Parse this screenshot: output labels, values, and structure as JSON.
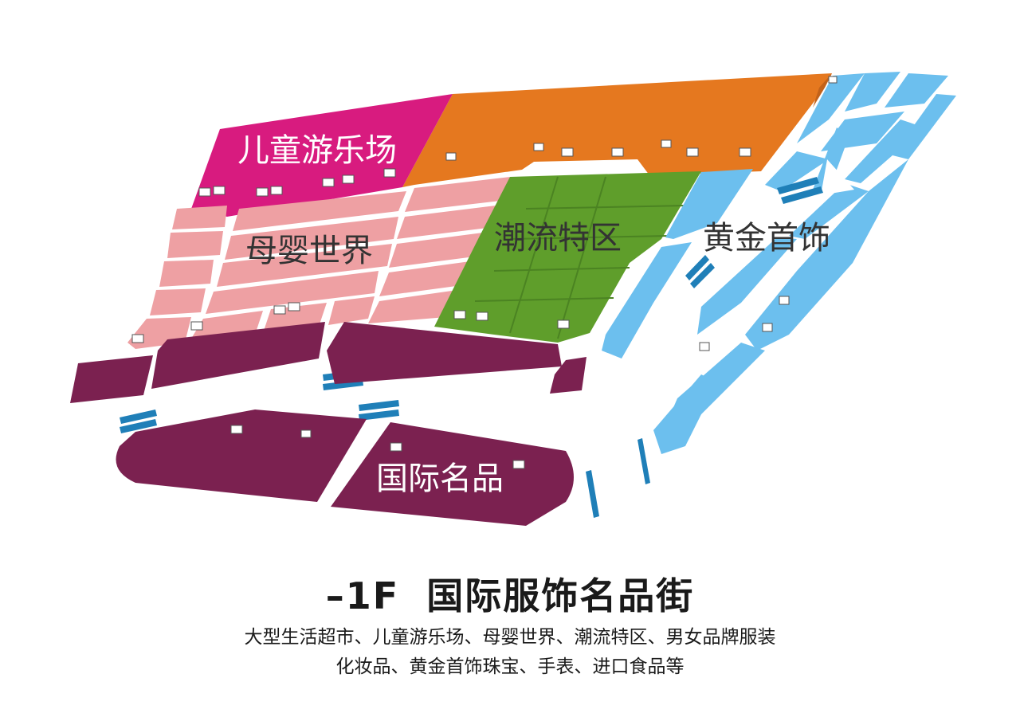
{
  "map": {
    "zones": {
      "kids_playground": "儿童游乐场",
      "mother_baby": "母婴世界",
      "trend_zone": "潮流特区",
      "gold_jewelry": "黄金首饰",
      "international_brands": "国际名品"
    },
    "colors": {
      "magenta": "#d81b7f",
      "orange": "#e5781f",
      "pink": "#eea0a3",
      "green": "#5f9e2b",
      "light_blue": "#6cbfee",
      "dark_blue": "#1f7fb8",
      "maroon": "#7b2150"
    }
  },
  "caption": {
    "floor_code": "–1F",
    "floor_name": "国际服饰名品街",
    "line1": "大型生活超市、儿童游乐场、母婴世界、潮流特区、男女品牌服装",
    "line2": "化妆品、黄金首饰珠宝、手表、进口食品等"
  }
}
